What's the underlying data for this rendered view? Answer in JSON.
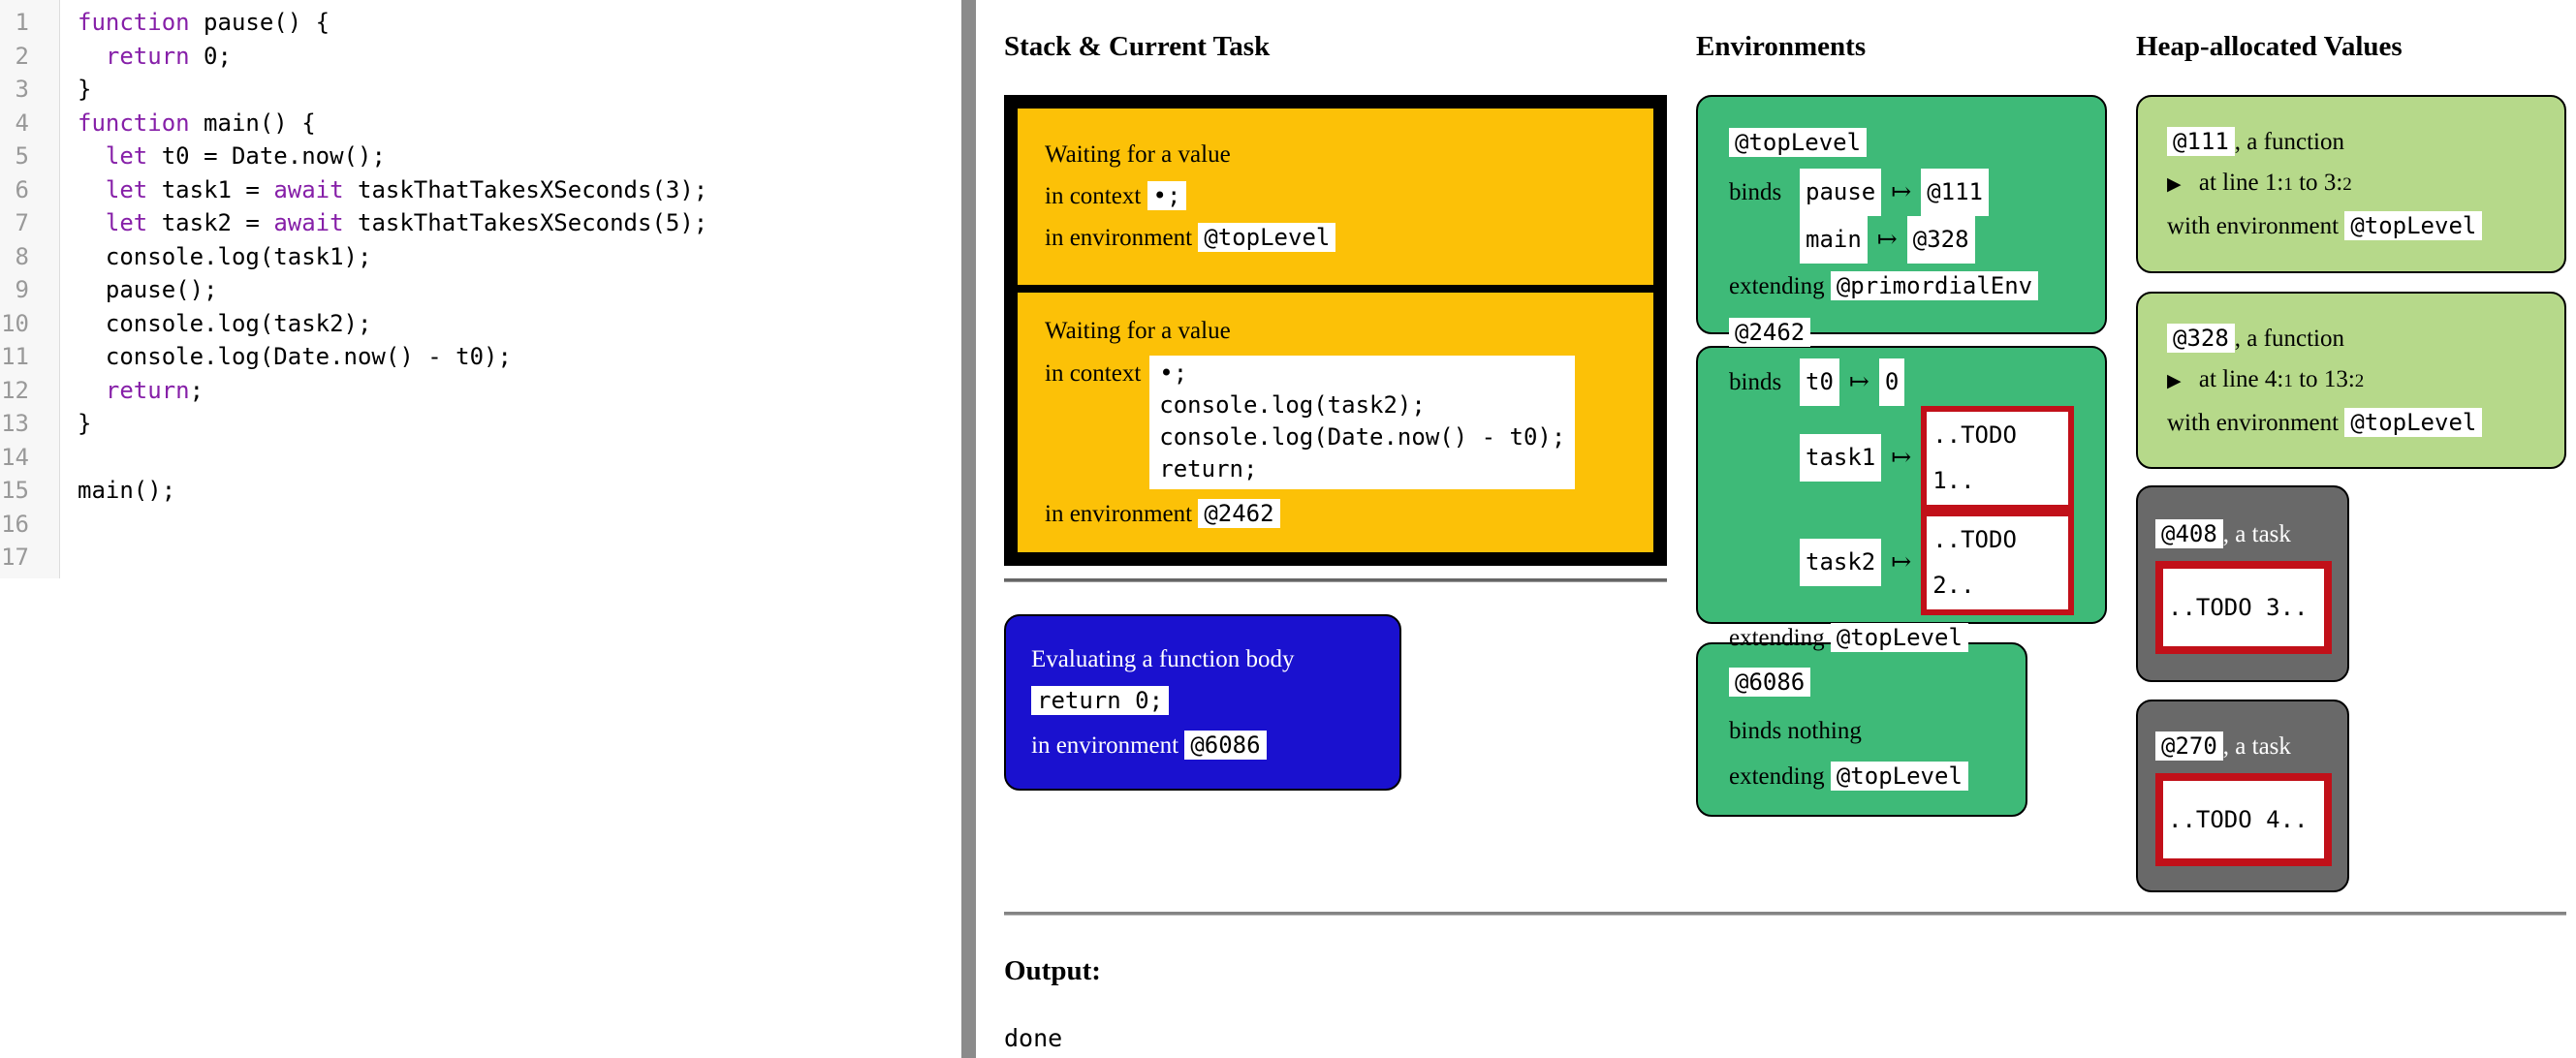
{
  "colors": {
    "stack_frame_orange": "#fcc107",
    "env_green": "#3eba78",
    "heap_function_green": "#b6d98a",
    "task_gray": "#696969",
    "current_task_blue": "#1a11cf",
    "todo_border_red": "#c11019",
    "pane_divider_gray": "#8b8b8b",
    "keyword_purple": "#861fa8",
    "gutter_bg": "#f7f7f7",
    "line_number_gray": "#999999"
  },
  "editor": {
    "lines": [
      {
        "n": "1",
        "toks": [
          [
            "kw",
            "function"
          ],
          [
            "pl",
            " pause() {"
          ]
        ]
      },
      {
        "n": "2",
        "toks": [
          [
            "pl",
            "  "
          ],
          [
            "kw",
            "return"
          ],
          [
            "pl",
            " 0;"
          ]
        ]
      },
      {
        "n": "3",
        "toks": [
          [
            "pl",
            "}"
          ]
        ]
      },
      {
        "n": "4",
        "toks": [
          [
            "kw",
            "function"
          ],
          [
            "pl",
            " main() {"
          ]
        ]
      },
      {
        "n": "5",
        "toks": [
          [
            "pl",
            "  "
          ],
          [
            "kw",
            "let"
          ],
          [
            "pl",
            " t0 = Date.now();"
          ]
        ]
      },
      {
        "n": "6",
        "toks": [
          [
            "pl",
            "  "
          ],
          [
            "kw",
            "let"
          ],
          [
            "pl",
            " task1 = "
          ],
          [
            "kw",
            "await"
          ],
          [
            "pl",
            " taskThatTakesXSeconds(3);"
          ]
        ]
      },
      {
        "n": "7",
        "toks": [
          [
            "pl",
            "  "
          ],
          [
            "kw",
            "let"
          ],
          [
            "pl",
            " task2 = "
          ],
          [
            "kw",
            "await"
          ],
          [
            "pl",
            " taskThatTakesXSeconds(5);"
          ]
        ]
      },
      {
        "n": "8",
        "toks": [
          [
            "pl",
            "  console.log(task1);"
          ]
        ]
      },
      {
        "n": "9",
        "toks": [
          [
            "pl",
            "  pause();"
          ]
        ]
      },
      {
        "n": "10",
        "toks": [
          [
            "pl",
            "  console.log(task2);"
          ]
        ]
      },
      {
        "n": "11",
        "toks": [
          [
            "pl",
            "  console.log(Date.now() - t0);"
          ]
        ]
      },
      {
        "n": "12",
        "toks": [
          [
            "pl",
            "  "
          ],
          [
            "kw",
            "return"
          ],
          [
            "pl",
            ";"
          ]
        ]
      },
      {
        "n": "13",
        "toks": [
          [
            "pl",
            "}"
          ]
        ]
      },
      {
        "n": "14",
        "toks": []
      },
      {
        "n": "15",
        "toks": [
          [
            "pl",
            "main();"
          ]
        ]
      },
      {
        "n": "16",
        "toks": []
      },
      {
        "n": "17",
        "toks": []
      }
    ]
  },
  "stack": {
    "heading": "Stack & Current Task",
    "frames": [
      {
        "title": "Waiting for a value",
        "context_label": "in context",
        "context_inline": "•;",
        "env_label": "in environment",
        "env": "@topLevel"
      },
      {
        "title": "Waiting for a value",
        "context_label": "in context",
        "context_block": "•;\nconsole.log(task2);\nconsole.log(Date.now() - t0);\nreturn;",
        "env_label": "in environment",
        "env": "@2462"
      }
    ],
    "current_task": {
      "title": "Evaluating a function body",
      "code": "return 0;",
      "env_label": "in environment",
      "env": "@6086"
    }
  },
  "environments": {
    "heading": "Environments",
    "boxes": [
      {
        "name": "@topLevel",
        "binds_label": "binds",
        "bindings": [
          {
            "key": "pause",
            "arrow": "↦",
            "value": "@111"
          },
          {
            "key": "main",
            "arrow": "↦",
            "value": "@328"
          }
        ],
        "extending_label": "extending",
        "extends": "@primordialEnv"
      },
      {
        "name": "@2462",
        "binds_label": "binds",
        "bindings": [
          {
            "key": "t0",
            "arrow": "↦",
            "value": "0"
          },
          {
            "key": "task1",
            "arrow": "↦",
            "value": "..TODO 1.."
          },
          {
            "key": "task2",
            "arrow": "↦",
            "value": "..TODO 2.."
          }
        ],
        "extending_label": "extending",
        "extends": "@topLevel"
      },
      {
        "name": "@6086",
        "binds_label": "binds nothing",
        "bindings": [],
        "extending_label": "extending",
        "extends": "@topLevel"
      }
    ]
  },
  "heap": {
    "heading": "Heap-allocated Values",
    "functions": [
      {
        "ref": "@111",
        "kind": ", a function",
        "marker": "▶",
        "at_label": "at line",
        "from_line": "1",
        "from_col": "1",
        "to_label": "to",
        "to_line": "3",
        "to_col": "2",
        "env_label": "with environment",
        "env": "@topLevel"
      },
      {
        "ref": "@328",
        "kind": ", a function",
        "marker": "▶",
        "at_label": "at line",
        "from_line": "4",
        "from_col": "1",
        "to_label": "to",
        "to_line": "13",
        "to_col": "2",
        "env_label": "with environment",
        "env": "@topLevel"
      }
    ],
    "tasks": [
      {
        "ref": "@408",
        "kind": ", a task",
        "todo": "..TODO 3.."
      },
      {
        "ref": "@270",
        "kind": ", a task",
        "todo": "..TODO 4.."
      }
    ]
  },
  "output": {
    "heading": "Output:",
    "text": "done"
  }
}
